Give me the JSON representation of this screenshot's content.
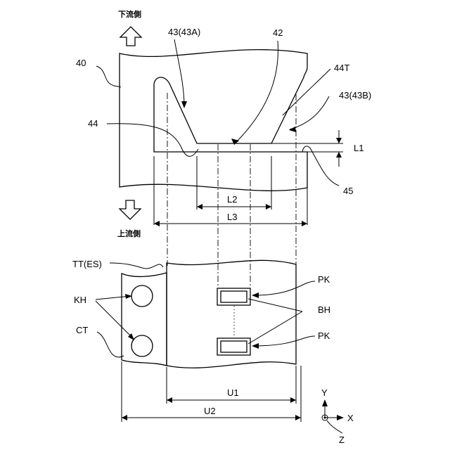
{
  "labels": {
    "downstream": "下流側",
    "upstream": "上流側",
    "ref_40": "40",
    "ref_43A": "43(43A)",
    "ref_42": "42",
    "ref_44T": "44T",
    "ref_43B": "43(43B)",
    "ref_44": "44",
    "ref_L1": "L1",
    "ref_L2": "L2",
    "ref_L3": "L3",
    "ref_45": "45",
    "ref_TT": "TT(ES)",
    "ref_KH": "KH",
    "ref_CT": "CT",
    "ref_PK_top": "PK",
    "ref_BH": "BH",
    "ref_PK_bottom": "PK",
    "ref_U1": "U1",
    "ref_U2": "U2",
    "axis_y": "Y",
    "axis_x": "X",
    "axis_z": "Z"
  }
}
